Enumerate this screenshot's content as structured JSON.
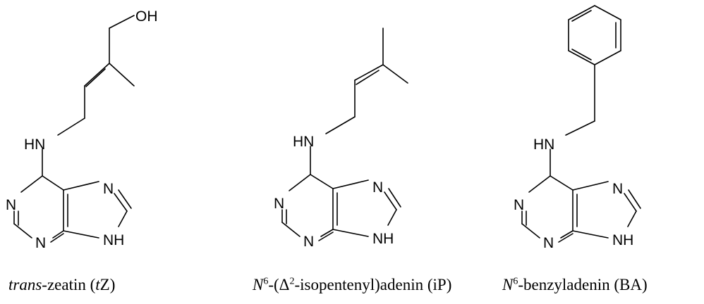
{
  "atoms": {
    "oh": "OH",
    "hn": "HN",
    "n": "N",
    "nh": "NH"
  },
  "captions": {
    "tz": {
      "italic_prefix": "trans",
      "text": "-zeatin (",
      "italic_mid": "t",
      "suffix": "Z)"
    },
    "ip": {
      "italic_prefix": "N",
      "sup": "6",
      "text": "-(Δ",
      "sup2": "2",
      "suffix": "-isopentenyl)adenin (iP)"
    },
    "ba": {
      "italic_prefix": "N",
      "sup": "6",
      "suffix": "-benzyladenin (BA)"
    }
  }
}
